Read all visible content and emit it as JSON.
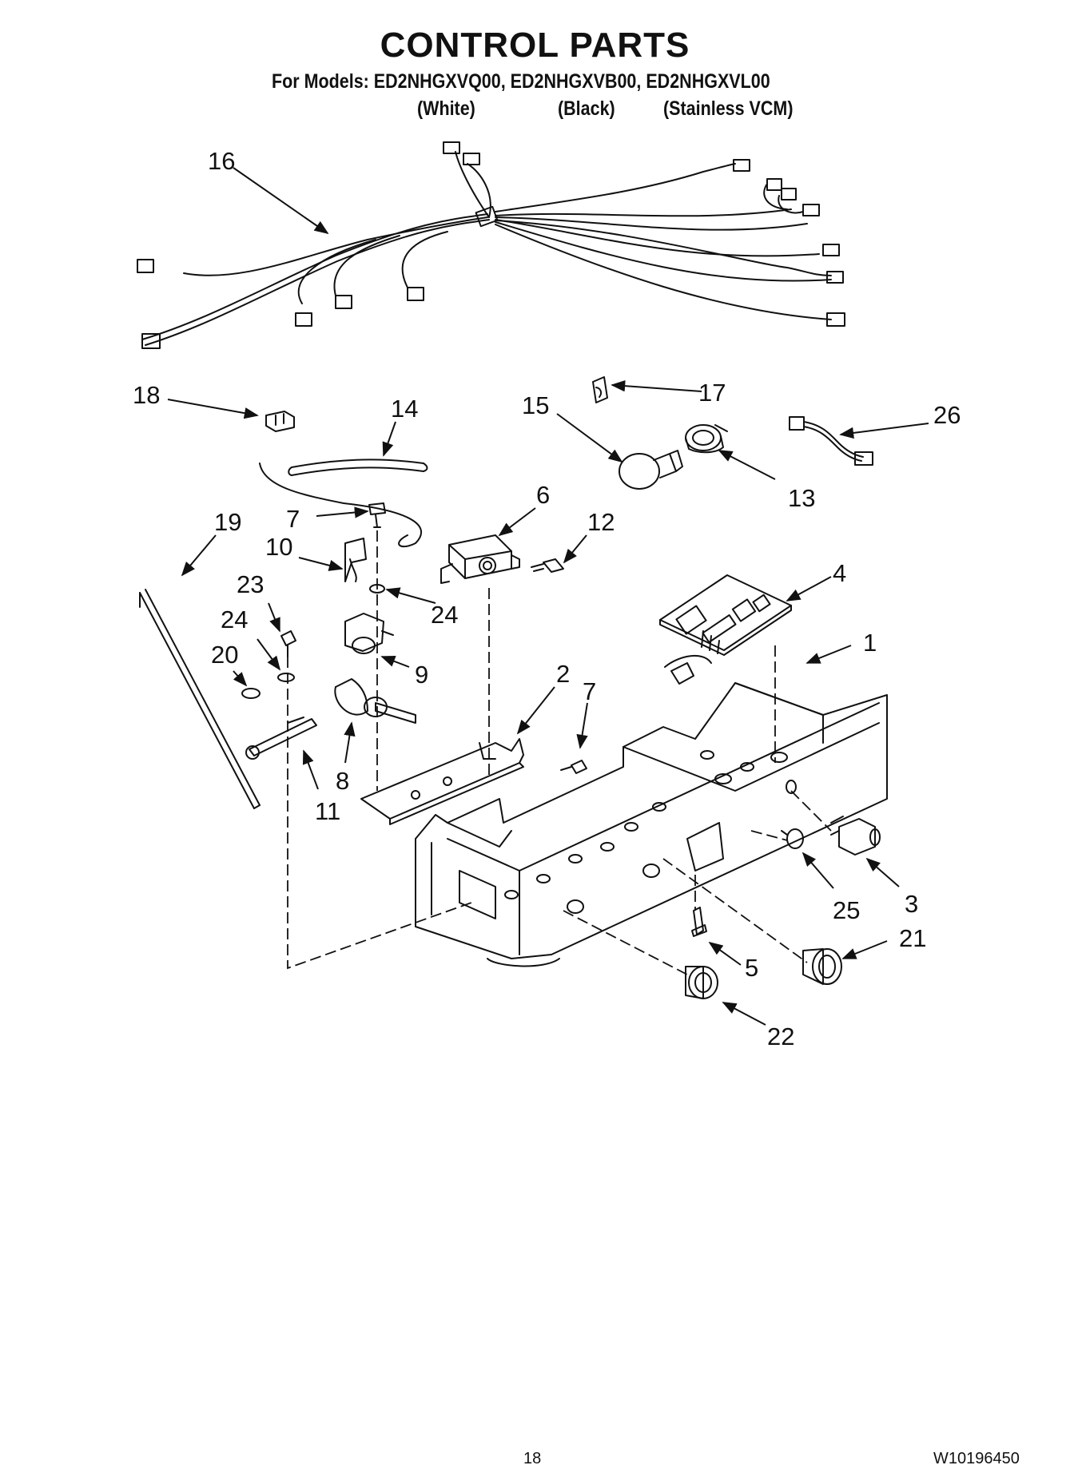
{
  "header": {
    "title": "CONTROL PARTS",
    "models_line": "For Models: ED2NHGXVQ00, ED2NHGXVB00, ED2NHGXVL00",
    "variants": [
      "(White)",
      "(Black)",
      "(Stainless VCM)"
    ]
  },
  "callouts": [
    "16",
    "18",
    "14",
    "17",
    "15",
    "26",
    "13",
    "6",
    "12",
    "7",
    "19",
    "10",
    "24",
    "4",
    "23",
    "9",
    "1",
    "24",
    "20",
    "2",
    "7",
    "8",
    "11",
    "3",
    "25",
    "21",
    "5",
    "22"
  ],
  "footer": {
    "page_number": "18",
    "doc_number": "W10196450"
  }
}
